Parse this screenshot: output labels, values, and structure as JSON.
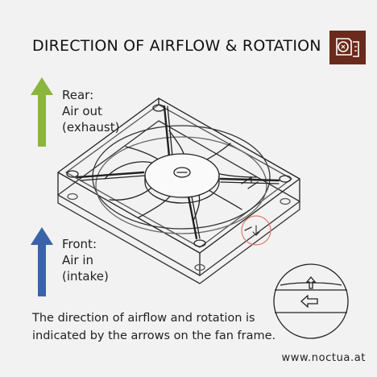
{
  "title": "DIRECTION OF AIRFLOW & ROTATION",
  "rear": {
    "line1": "Rear:",
    "line2": "Air out",
    "line3": "(exhaust)"
  },
  "front": {
    "line1": "Front:",
    "line2": "Air in",
    "line3": "(intake)"
  },
  "description": {
    "line1": "The direction of airflow and rotation is",
    "line2": "indicated by the arrows on the fan frame."
  },
  "website": "www.noctua.at",
  "colors": {
    "brand": "#6b2a1b",
    "rear_arrow": "#8cb53d",
    "front_arrow": "#3b64a8",
    "highlight_circle": "#e07a6a"
  },
  "icons": {
    "logo": "noctua-owl-badge-icon",
    "rear": "arrow-up-icon",
    "front": "arrow-up-icon"
  }
}
